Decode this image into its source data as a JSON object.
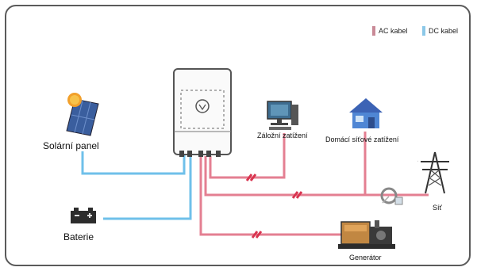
{
  "legend": {
    "ac": {
      "label": "AC kabel",
      "color": "#d9788a"
    },
    "dc": {
      "label": "DC kabel",
      "color": "#7fc3e6"
    }
  },
  "components": {
    "solar_panel": "Solární panel",
    "battery": "Baterie",
    "backup_load": "Záložní zatížení",
    "home_load": "Domácí síťové zatížení",
    "grid": "Síť",
    "generator": "Generátor"
  },
  "colors": {
    "ac_wire": "#e47f92",
    "dc_wire": "#6fc0ea",
    "frame": "#5a5a5a"
  }
}
